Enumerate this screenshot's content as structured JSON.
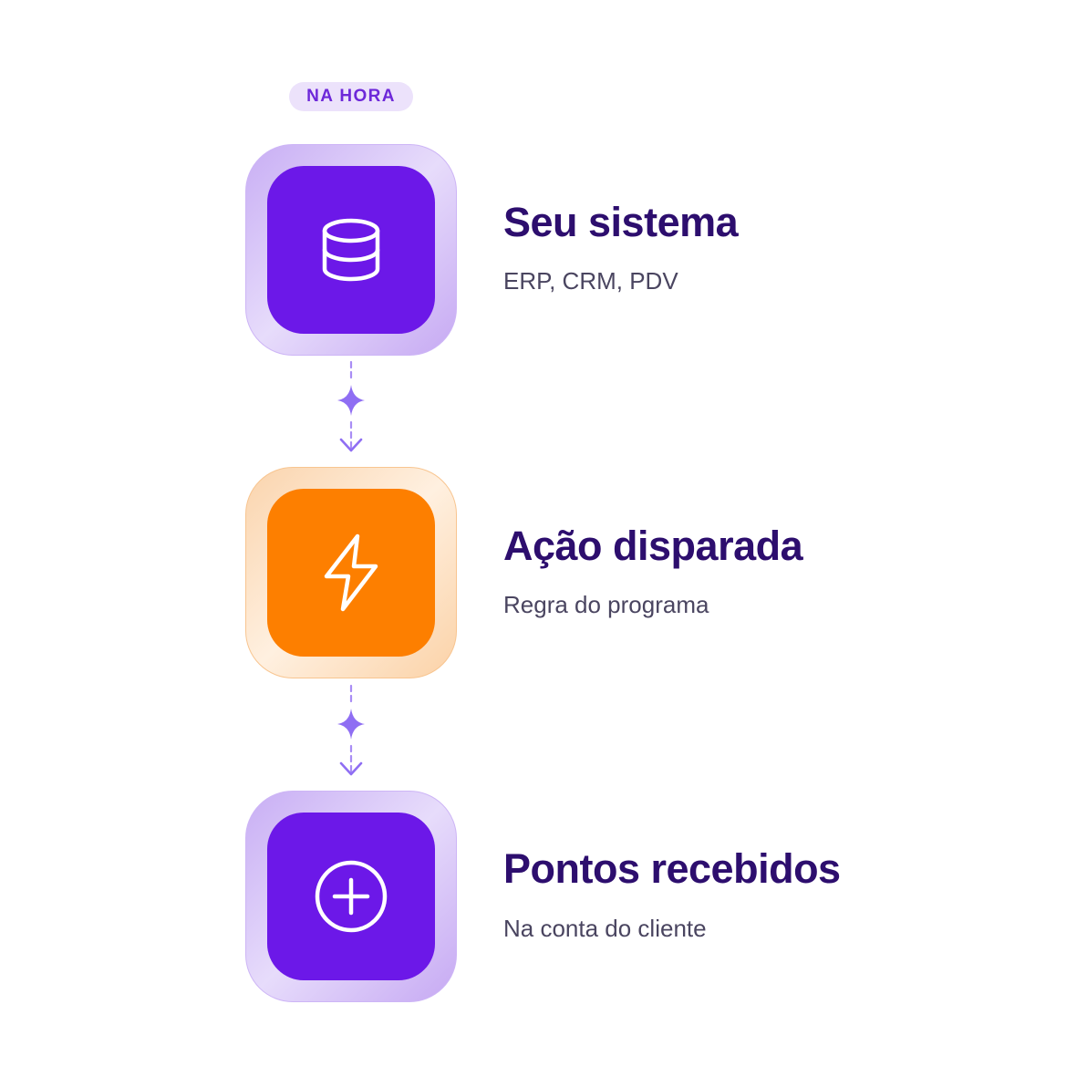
{
  "badge": {
    "label": "NA HORA"
  },
  "steps": [
    {
      "title": "Seu sistema",
      "subtitle": "ERP, CRM, PDV",
      "icon": "database-icon",
      "color": "#6c18e8"
    },
    {
      "title": "Ação disparada",
      "subtitle": "Regra do programa",
      "icon": "lightning-icon",
      "color": "#fd7f00"
    },
    {
      "title": "Pontos recebidos",
      "subtitle": "Na conta do cliente",
      "icon": "plus-circle-icon",
      "color": "#6c18e8"
    }
  ],
  "colors": {
    "accent_purple": "#6c18e8",
    "accent_orange": "#fd7f00",
    "title_text": "#2d0e6e",
    "connector": "#9b7bf2"
  }
}
